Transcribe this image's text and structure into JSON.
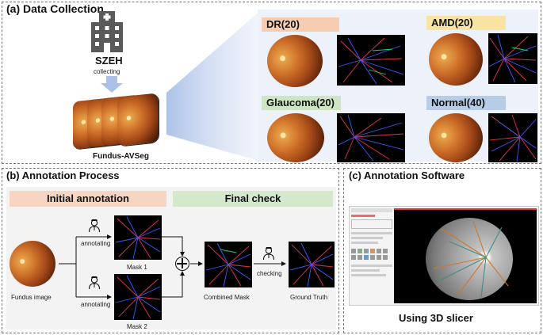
{
  "panel_a": {
    "title": "(a) Data Collection",
    "hospital": "SZEH",
    "collecting": "collecting",
    "dataset": "Fundus-AVSeg",
    "groups": [
      {
        "label": "DR(20)",
        "color": "#f6cdb0"
      },
      {
        "label": "AMD(20)",
        "color": "#f9e3a3"
      },
      {
        "label": "Glaucoma(20)",
        "color": "#cde5c2"
      },
      {
        "label": "Normal(40)",
        "color": "#b7cce6"
      }
    ]
  },
  "panel_b": {
    "title": "(b) Annotation Process",
    "stage1": "Initial annotation",
    "stage2": "Final check",
    "fundus_image": "Fundus image",
    "annotating_top": "annotating",
    "annotating_bottom": "annotating",
    "mask1": "Mask 1",
    "mask2": "Mask 2",
    "combined": "Combined Mask",
    "checking": "checking",
    "ground_truth": "Ground Truth"
  },
  "panel_c": {
    "title": "(c) Annotation Software",
    "caption": "Using 3D slicer"
  }
}
